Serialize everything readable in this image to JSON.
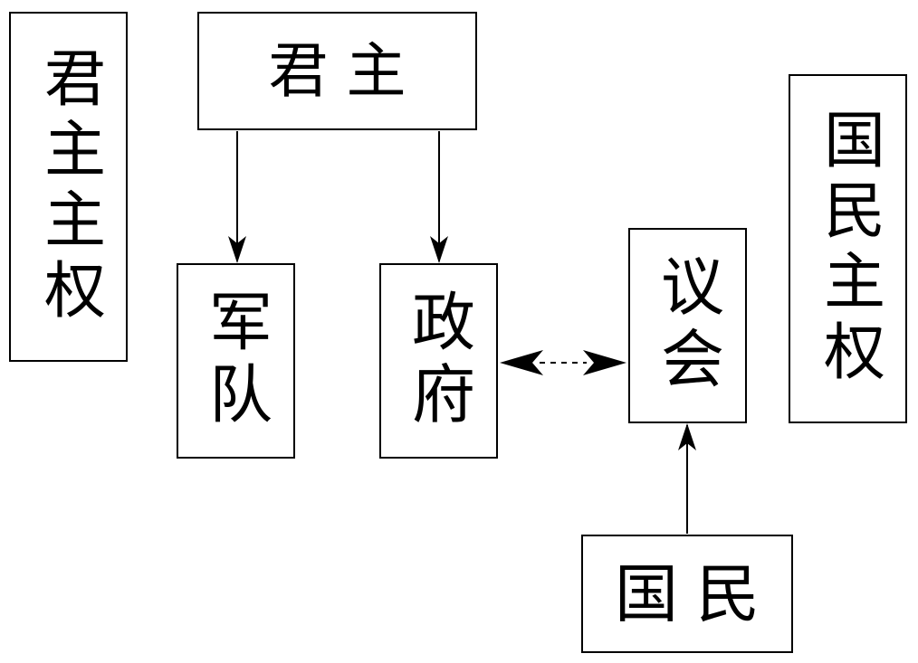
{
  "nodes": {
    "sovereign_rule": "君主主权",
    "monarch": "君主",
    "army": "军队",
    "government": "政府",
    "parliament": "议会",
    "popular_sovereignty": "国民主权",
    "citizens": "国民"
  },
  "colors": {
    "stroke": "#000000",
    "background": "#ffffff"
  }
}
